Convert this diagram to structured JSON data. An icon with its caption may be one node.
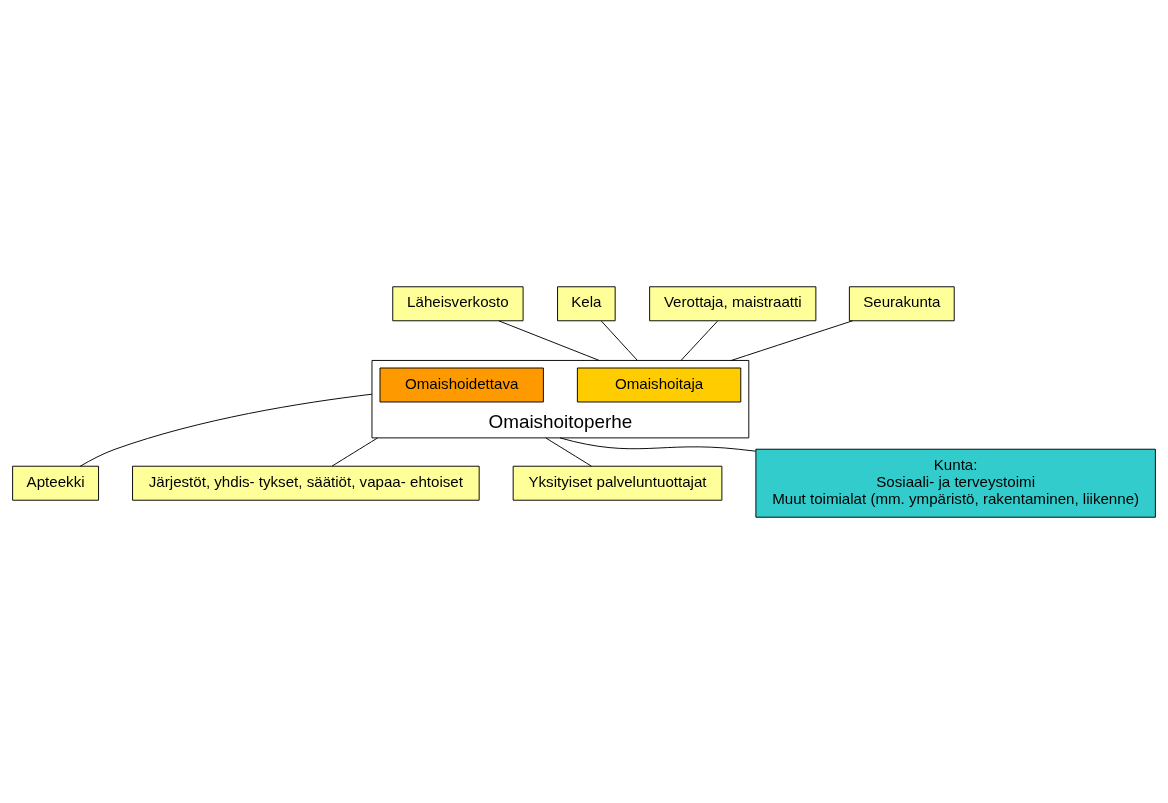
{
  "diagram": {
    "nodes": [
      {
        "text": [
          "Läheisverkosto"
        ]
      },
      {
        "text": [
          "Kela"
        ]
      },
      {
        "text": [
          "Verottaja, maistraatti"
        ]
      },
      {
        "text": [
          "Seurakunta"
        ]
      },
      {
        "text": [
          "Omaishoitoperhe"
        ]
      },
      {
        "text": [
          "Omaishoitaja"
        ],
        "in": 4
      },
      {
        "text": [
          "Omaishoidettava"
        ],
        "in": 4
      },
      {
        "text": [
          "Apteekki"
        ]
      },
      {
        "text": [
          "Järjestöt, yhdis- tykset, säätiöt, vapaa- ehtoiset"
        ]
      },
      {
        "text": [
          "Yksityiset palveluntuottajat"
        ]
      },
      {
        "text": [
          "Kunta:",
          "Sosiaali- ja terveystoimi",
          "Muut toimialat (mm. ympäristö, rakentaminen, liikenne)"
        ]
      }
    ],
    "edges": [
      {
        "from": 0,
        "to": 4,
        "arrow": "none"
      },
      {
        "from": 1,
        "to": 4,
        "arrow": "none"
      },
      {
        "from": 2,
        "to": 4,
        "arrow": "none"
      },
      {
        "from": 3,
        "to": 4,
        "arrow": "none"
      },
      {
        "from": 4,
        "to": 7,
        "arrow": "none"
      },
      {
        "from": 4,
        "to": 8,
        "arrow": "none"
      },
      {
        "from": 4,
        "to": 9,
        "arrow": "none"
      },
      {
        "from": 4,
        "to": 10,
        "arrow": "none"
      }
    ]
  }
}
